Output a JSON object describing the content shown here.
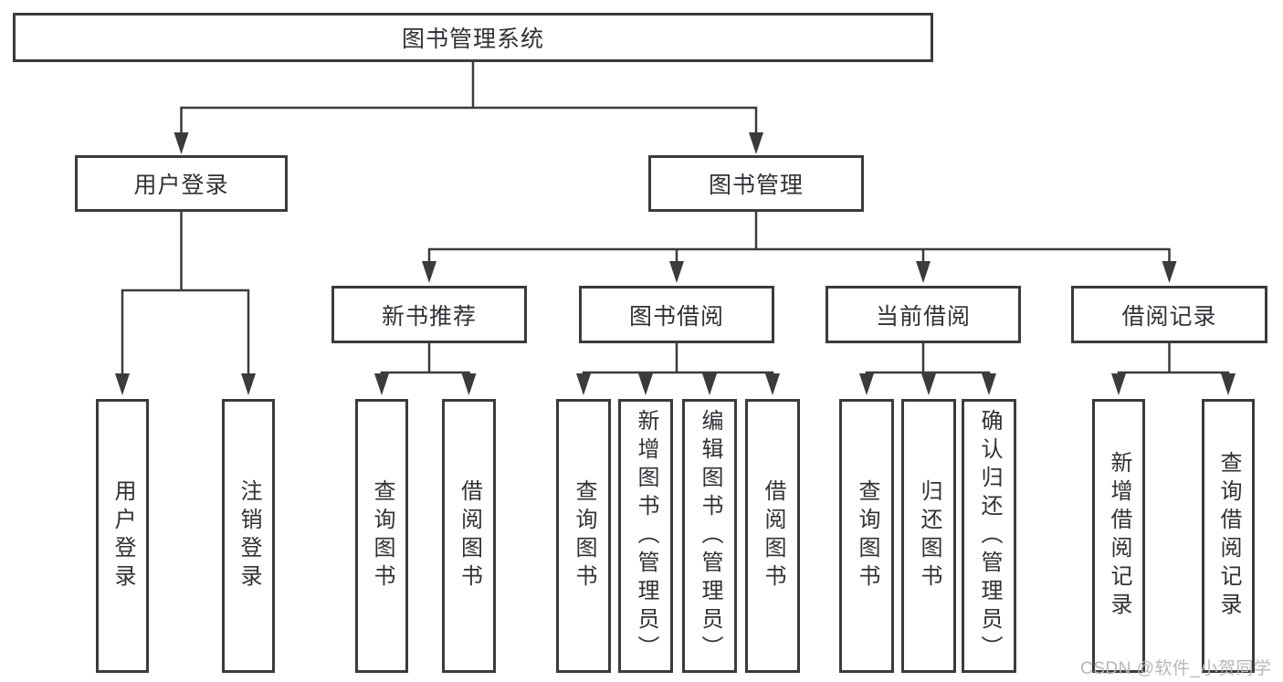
{
  "tree": {
    "root": {
      "label": "图书管理系统"
    },
    "branches": [
      {
        "label": "用户登录",
        "children": [
          {
            "label": "用户登录"
          },
          {
            "label": "注销登录"
          }
        ]
      },
      {
        "label": "图书管理",
        "children": [
          {
            "label": "新书推荐",
            "children": [
              {
                "label": "查询图书"
              },
              {
                "label": "借阅图书"
              }
            ]
          },
          {
            "label": "图书借阅",
            "children": [
              {
                "label": "查询图书"
              },
              {
                "label": "新增图书（管理员）"
              },
              {
                "label": "编辑图书（管理员）"
              },
              {
                "label": "借阅图书"
              }
            ]
          },
          {
            "label": "当前借阅",
            "children": [
              {
                "label": "查询图书"
              },
              {
                "label": "归还图书"
              },
              {
                "label": "确认归还（管理员）"
              }
            ]
          },
          {
            "label": "借阅记录",
            "children": [
              {
                "label": "新增借阅记录"
              },
              {
                "label": "查询借阅记录"
              }
            ]
          }
        ]
      }
    ]
  },
  "watermark": "CSDN @软件_小贺同学",
  "colors": {
    "line": "#3b3b3b",
    "text": "#303136",
    "background": "#ffffff",
    "watermark": "#b4b7bc"
  }
}
